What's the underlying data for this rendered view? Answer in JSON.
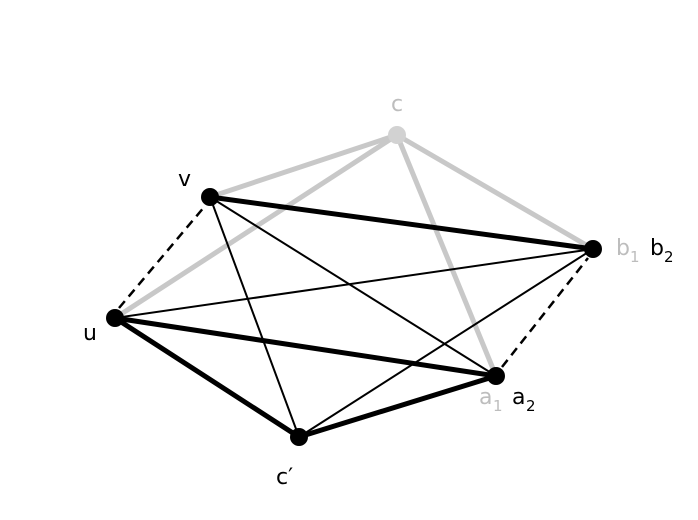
{
  "colors": {
    "black": "#000000",
    "gray": "#c8c8c8",
    "label_gray": "#bdbdbd"
  },
  "labels": {
    "c": "c",
    "v": "v",
    "u": "u",
    "c_prime": "c′",
    "b1_base": "b",
    "b1_sub": "1",
    "b2_base": "b",
    "b2_sub": "2",
    "a1_base": "a",
    "a1_sub": "1",
    "a2_base": "a",
    "a2_sub": "2"
  }
}
